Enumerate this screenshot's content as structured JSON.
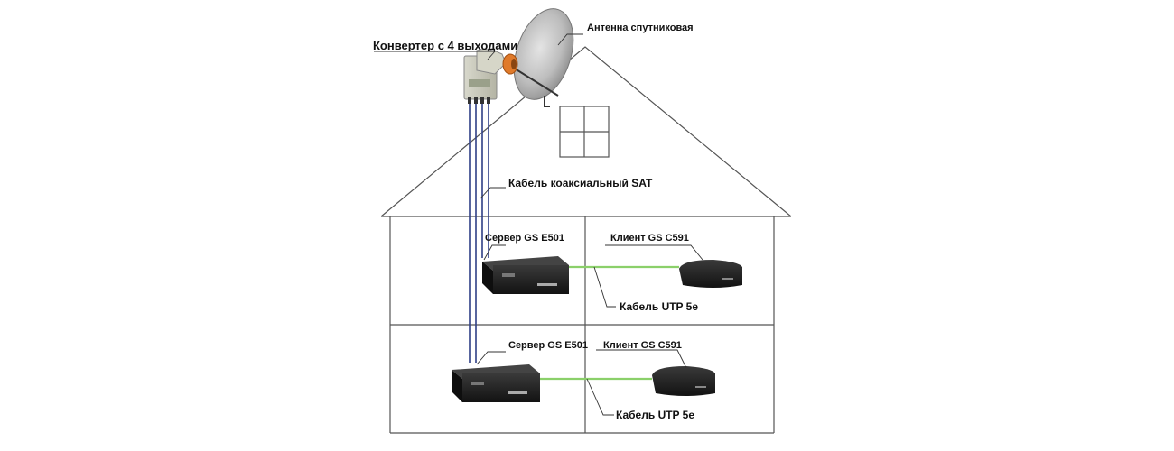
{
  "labels": {
    "antenna": "Антенна спутниковая",
    "converter": "Конвертер с 4 выходами",
    "coax_cable": "Кабель коаксиальный SAT",
    "server_upper": "Сервер GS E501",
    "client_upper": "Клиент GS C591",
    "utp_upper": "Кабель UTP 5е",
    "server_lower": "Сервер GS E501",
    "client_lower": "Клиент GS C591",
    "utp_lower": "Кабель UTP 5е"
  },
  "colors": {
    "house_line": "#555555",
    "coax_cable": "#2f3f86",
    "utp_cable": "#8bd06a",
    "dish": "#b9b9b9",
    "lnb_ring": "#e07a2a",
    "device_body": "#1d1d1d"
  }
}
